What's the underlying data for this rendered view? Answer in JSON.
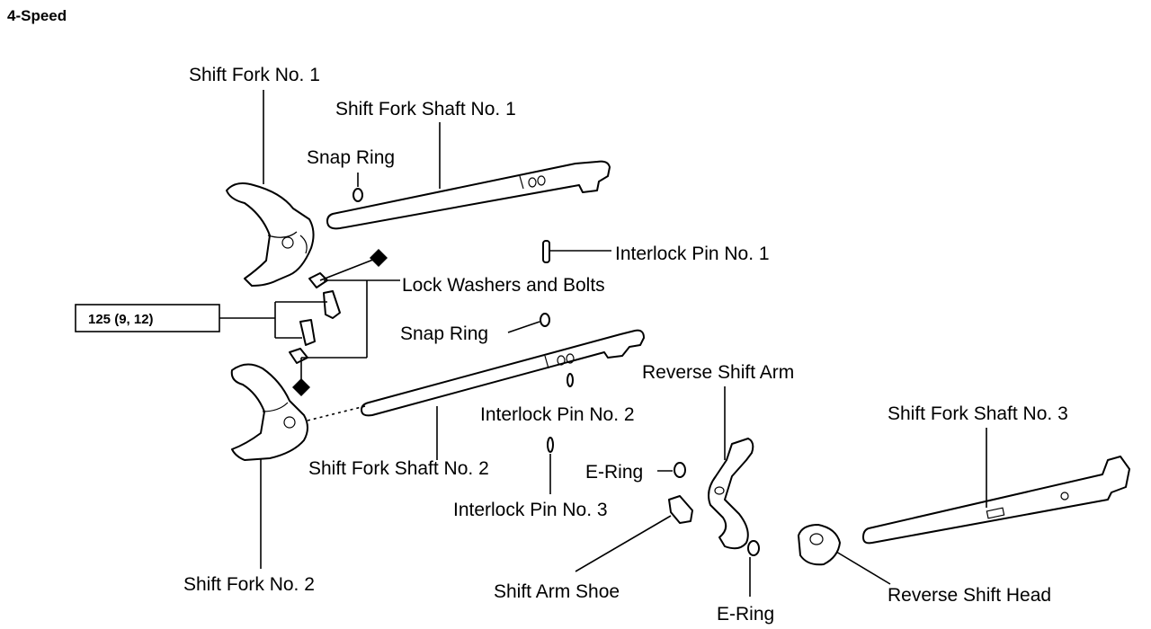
{
  "diagram": {
    "title": "4-Speed",
    "torque_spec": "125 (9, 12)",
    "labels": {
      "shift_fork_1": "Shift Fork No. 1",
      "shift_fork_shaft_1": "Shift Fork Shaft No. 1",
      "snap_ring_upper": "Snap Ring",
      "interlock_pin_1": "Interlock Pin No. 1",
      "lock_washers_bolts": "Lock Washers and Bolts",
      "snap_ring_lower": "Snap Ring",
      "reverse_shift_arm": "Reverse Shift Arm",
      "interlock_pin_2": "Interlock Pin No. 2",
      "shift_fork_shaft_3": "Shift Fork Shaft No. 3",
      "e_ring_upper": "E-Ring",
      "shift_fork_shaft_2": "Shift Fork Shaft No. 2",
      "interlock_pin_3": "Interlock Pin No. 3",
      "shift_fork_2": "Shift Fork No. 2",
      "shift_arm_shoe": "Shift Arm Shoe",
      "reverse_shift_head": "Reverse Shift Head",
      "e_ring_lower": "E-Ring"
    }
  }
}
